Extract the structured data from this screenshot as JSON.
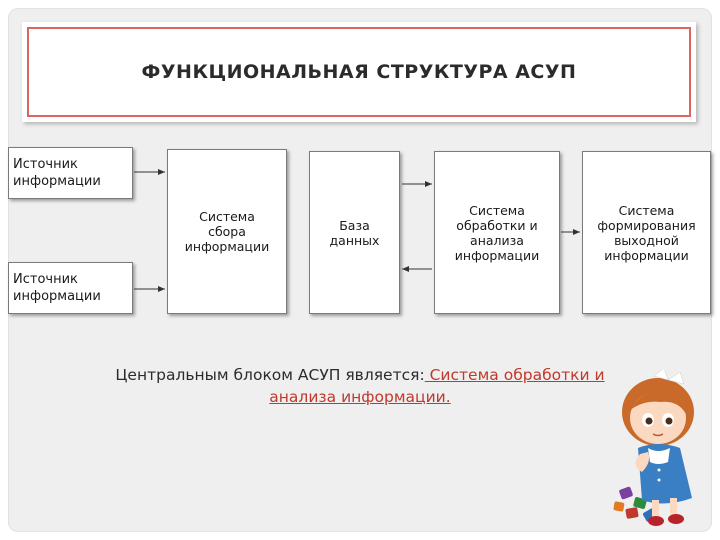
{
  "title": "ФУНКЦИОНАЛЬНАЯ СТРУКТУРА АСУП",
  "boxes": {
    "source1": "Источник\nинформации",
    "source2": "Источник\nинформации",
    "collection": "Система\nсбора\nинформации",
    "database": "База\nданных",
    "processing": "Система\nобработки и\nанализа\nинформации",
    "output": "Система\nформирования\nвыходной\nинформации"
  },
  "caption": {
    "prefix": "Центральным блоком АСУП является:",
    "link_line1": " Система обработки и",
    "link_line2": "анализа информации."
  },
  "colors": {
    "title_border": "#d9675f",
    "link": "#c0392b",
    "panel_bg": "#efefef"
  },
  "icons": [
    "arrow-icon",
    "girl-illustration",
    "puzzle-pieces"
  ]
}
